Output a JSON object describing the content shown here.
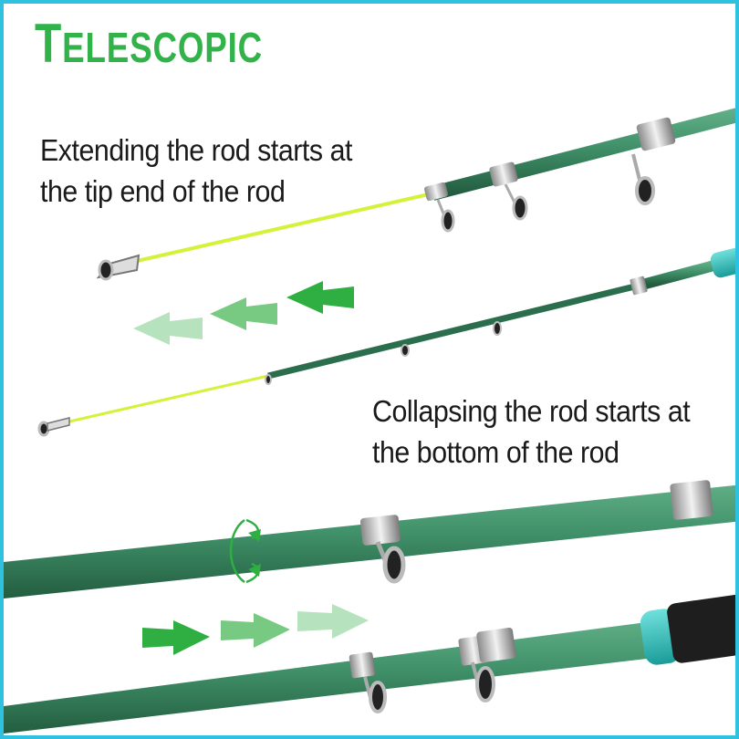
{
  "title": {
    "first_letter": "T",
    "rest": "ELESCOPIC"
  },
  "captions": {
    "extend": {
      "line1": "Extending the rod starts at",
      "line2": "the tip end of the rod"
    },
    "collapse": {
      "line1": "Collapsing the rod starts at",
      "line2": "the bottom of the rod"
    }
  },
  "colors": {
    "title_green": "#32b34a",
    "border": "#2fc2e0",
    "rod_green": "#3f8f68",
    "rod_dark": "#2b6e4d",
    "tip_yellow": "#d4f23a",
    "grip_teal": "#2ec4c0",
    "grip_black": "#1e1e1e",
    "arrow_green": "#2fae41"
  },
  "icons": {
    "arrows_left": "arrow-left-icon",
    "arrows_right": "arrow-right-icon",
    "rotate": "rotate-icon"
  }
}
